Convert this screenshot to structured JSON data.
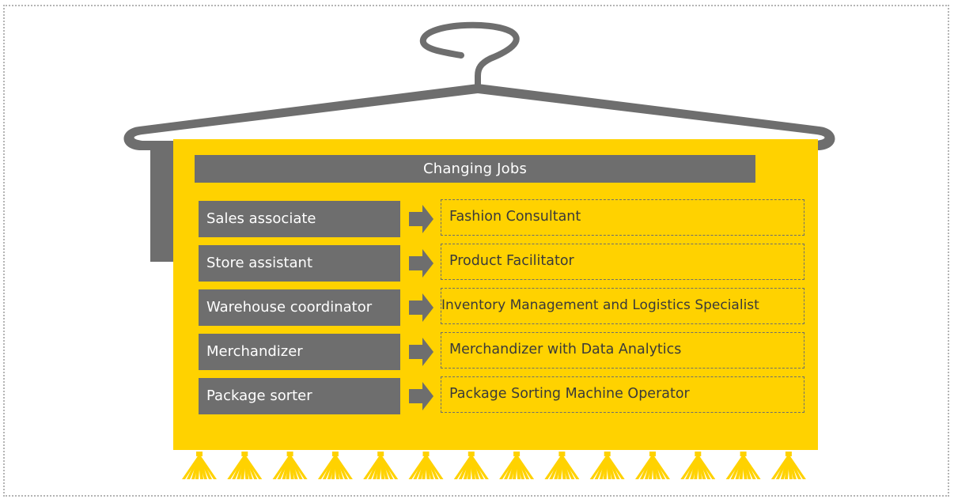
{
  "title": "Changing Jobs",
  "colors": {
    "banner": "#ffd200",
    "gray": "#6e6e6e",
    "border_dotted": "#b4b4b4"
  },
  "rows": [
    {
      "from": "Sales associate",
      "to": "Fashion Consultant"
    },
    {
      "from": "Store assistant",
      "to": "Product Facilitator"
    },
    {
      "from": "Warehouse coordinator",
      "to": "Inventory Management and Logistics Specialist"
    },
    {
      "from": "Merchandizer",
      "to": "Merchandizer with Data Analytics"
    },
    {
      "from": "Package sorter",
      "to": "Package Sorting Machine Operator"
    }
  ]
}
